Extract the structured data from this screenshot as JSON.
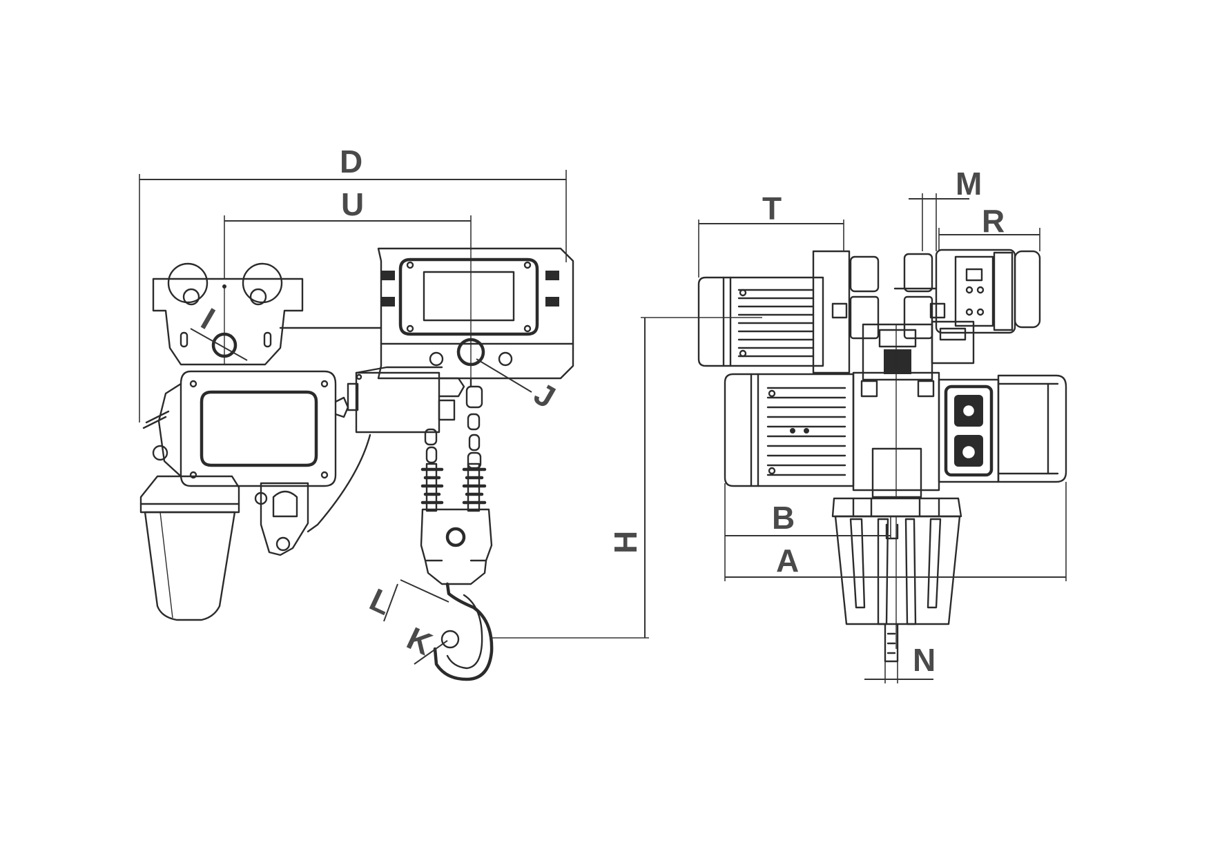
{
  "labels": {
    "D": "D",
    "U": "U",
    "I": "I",
    "J": "J",
    "L": "L",
    "K": "K",
    "H": "H",
    "T": "T",
    "M": "M",
    "R": "R",
    "B": "B",
    "A": "A",
    "N": "N"
  },
  "colors": {
    "line": "#2b2b2b",
    "label": "#4a4a4a",
    "background": "#ffffff"
  }
}
